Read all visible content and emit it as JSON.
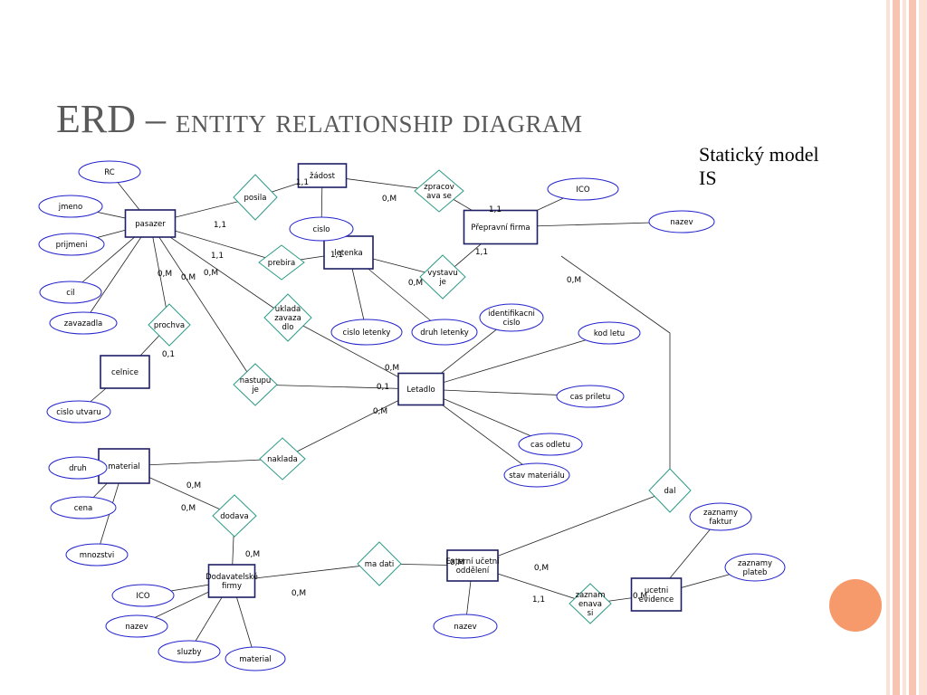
{
  "slide": {
    "title_main": "ERD –",
    "title_rest": "entity relationship diagram",
    "subtitle_lines": [
      "Statický model",
      "IS"
    ]
  },
  "colors": {
    "stripe_outer": "#f7c4b2",
    "stripe_inner": "#fbe1d6",
    "circle": "#f79a6b",
    "title": "#5a5a5a",
    "entity_border": "#1e1e66",
    "attribute_border": "#2222cc",
    "relationship_border": "#2e9a86"
  },
  "entities": [
    {
      "id": "pasazer",
      "label": [
        "pasazer"
      ]
    },
    {
      "id": "zadost",
      "label": [
        "žádost"
      ]
    },
    {
      "id": "letenka",
      "label": [
        "letenka"
      ]
    },
    {
      "id": "prepravni",
      "label": [
        "Přepravní firma"
      ]
    },
    {
      "id": "letadlo",
      "label": [
        "Letadlo"
      ]
    },
    {
      "id": "celnice",
      "label": [
        "celnice"
      ]
    },
    {
      "id": "material",
      "label": [
        "material"
      ]
    },
    {
      "id": "dodavatelske",
      "label": [
        "Dodavatelské",
        "firmy"
      ]
    },
    {
      "id": "externi",
      "label": [
        "Externí učetní",
        "oddělení"
      ]
    },
    {
      "id": "ucetni",
      "label": [
        "ucetni",
        "evidence"
      ]
    }
  ],
  "attributes": [
    {
      "id": "rc",
      "label": [
        "RC"
      ]
    },
    {
      "id": "jmeno",
      "label": [
        "jmeno"
      ]
    },
    {
      "id": "prijmeni",
      "label": [
        "prijmeni"
      ]
    },
    {
      "id": "cil",
      "label": [
        "cil"
      ]
    },
    {
      "id": "zavazadla",
      "label": [
        "zavazadla"
      ]
    },
    {
      "id": "cislo",
      "label": [
        "cislo"
      ]
    },
    {
      "id": "ico1",
      "label": [
        "ICO"
      ]
    },
    {
      "id": "nazev1",
      "label": [
        "nazev"
      ]
    },
    {
      "id": "cislo_letenky",
      "label": [
        "cislo letenky"
      ]
    },
    {
      "id": "druh_letenky",
      "label": [
        "druh letenky"
      ]
    },
    {
      "id": "identifikacni",
      "label": [
        "identifikacni",
        "cislo"
      ]
    },
    {
      "id": "kod_letu",
      "label": [
        "kod letu"
      ]
    },
    {
      "id": "cas_priletu",
      "label": [
        "cas priletu"
      ]
    },
    {
      "id": "cas_odletu",
      "label": [
        "cas odletu"
      ]
    },
    {
      "id": "stav_materialu",
      "label": [
        "stav materiálu"
      ]
    },
    {
      "id": "cislo_utvaru",
      "label": [
        "cislo utvaru"
      ]
    },
    {
      "id": "druh",
      "label": [
        "druh"
      ]
    },
    {
      "id": "cena",
      "label": [
        "cena"
      ]
    },
    {
      "id": "mnozstvi",
      "label": [
        "mnozstvi"
      ]
    },
    {
      "id": "ico2",
      "label": [
        "ICO"
      ]
    },
    {
      "id": "nazev2",
      "label": [
        "nazev"
      ]
    },
    {
      "id": "sluzby",
      "label": [
        "sluzby"
      ]
    },
    {
      "id": "material_attr",
      "label": [
        "material"
      ]
    },
    {
      "id": "nazev3",
      "label": [
        "nazev"
      ]
    },
    {
      "id": "zaznamy_faktur",
      "label": [
        "zaznamy",
        "faktur"
      ]
    },
    {
      "id": "zaznamy_plateb",
      "label": [
        "zaznamy",
        "plateb"
      ]
    }
  ],
  "relationships": [
    {
      "id": "posila",
      "label": [
        "posila"
      ]
    },
    {
      "id": "zpracovava",
      "label": [
        "zpracov",
        "ava se"
      ]
    },
    {
      "id": "prebira",
      "label": [
        "prebira"
      ]
    },
    {
      "id": "vystavuje",
      "label": [
        "vystavu",
        "je"
      ]
    },
    {
      "id": "uklada",
      "label": [
        "uklada",
        "zavaza",
        "dlo"
      ]
    },
    {
      "id": "prochazi",
      "label": [
        "prochva"
      ]
    },
    {
      "id": "nastupuje",
      "label": [
        "nastupu",
        "je"
      ]
    },
    {
      "id": "naklada",
      "label": [
        "naklada"
      ]
    },
    {
      "id": "dodava",
      "label": [
        "dodava"
      ]
    },
    {
      "id": "ma_dati",
      "label": [
        "ma dati"
      ]
    },
    {
      "id": "dal",
      "label": [
        "dal"
      ]
    },
    {
      "id": "zaznamenava",
      "label": [
        "zaznam",
        "enava",
        "si"
      ]
    }
  ],
  "cardinalities": [
    {
      "id": "c1",
      "text": "1,1"
    },
    {
      "id": "c2",
      "text": "1,1"
    },
    {
      "id": "c3",
      "text": "0,M"
    },
    {
      "id": "c4",
      "text": "1,1"
    },
    {
      "id": "c5",
      "text": "1,1"
    },
    {
      "id": "c6",
      "text": "1,1"
    },
    {
      "id": "c7",
      "text": "1,1"
    },
    {
      "id": "c8",
      "text": "0,M"
    },
    {
      "id": "c9",
      "text": "0,M"
    },
    {
      "id": "c10",
      "text": "0,M"
    },
    {
      "id": "c11",
      "text": "0,M"
    },
    {
      "id": "c12",
      "text": "0,1"
    },
    {
      "id": "c13",
      "text": "0,M"
    },
    {
      "id": "c14",
      "text": "0,1"
    },
    {
      "id": "c15",
      "text": "0,M"
    },
    {
      "id": "c16",
      "text": "0,M"
    },
    {
      "id": "c17",
      "text": "0,M"
    },
    {
      "id": "c18",
      "text": "0,M"
    },
    {
      "id": "c19",
      "text": "0,M"
    },
    {
      "id": "c20",
      "text": "0,M"
    },
    {
      "id": "c21",
      "text": "0,M"
    },
    {
      "id": "c22",
      "text": "0,M"
    },
    {
      "id": "c23",
      "text": "1,1"
    },
    {
      "id": "c24",
      "text": "0,M"
    }
  ]
}
